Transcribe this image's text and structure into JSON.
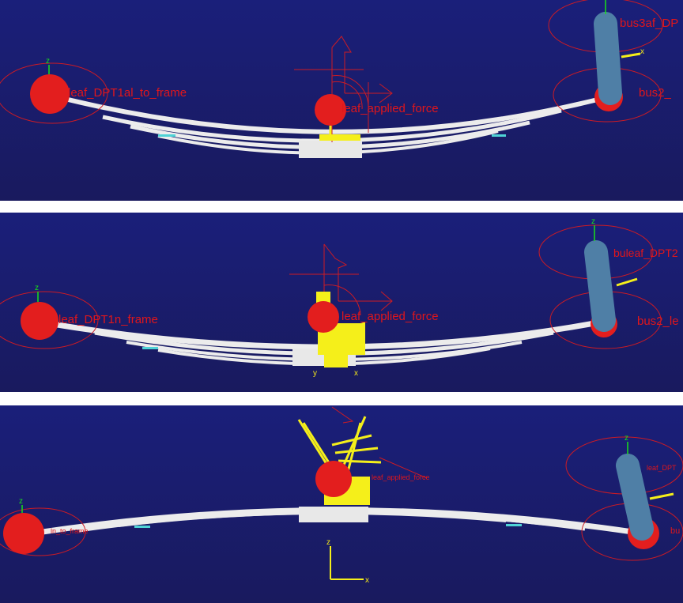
{
  "colors": {
    "background_top": "#1a1f7a",
    "background_bottom": "#19195e",
    "leaf": "#ececec",
    "bushing": "#e31e1e",
    "marker_ring": "#cc1b24",
    "shackle": "#4f7fa6",
    "label": "#e0161b",
    "axis_z": "#19e019",
    "force": "#f5ef1a"
  },
  "panels": [
    {
      "labels": {
        "frame_mount": "leaf_DPT1al_to_frame",
        "applied_force": "leaf_applied_force",
        "shackle_top": "bus3af_DP",
        "shackle_bottom": "bus2_",
        "axis_z": "z",
        "axis_x": "x"
      }
    },
    {
      "labels": {
        "frame_mount": "leaf_DPT1n_frame",
        "applied_force": "leaf_applied_force",
        "shackle_top": "buleaf_DPT2",
        "shackle_bottom": "bus2_le",
        "axis_z": "z",
        "axis_x": "x",
        "axis_y": "y"
      }
    },
    {
      "labels": {
        "frame_mount": "ln_to_frame",
        "applied_force": "leaf_applied_force",
        "shackle_top": "leaf_DPT",
        "shackle_bottom": "bu",
        "axis_z": "z",
        "axis_x": "x",
        "triad_z": "z",
        "triad_x": "x"
      }
    }
  ]
}
